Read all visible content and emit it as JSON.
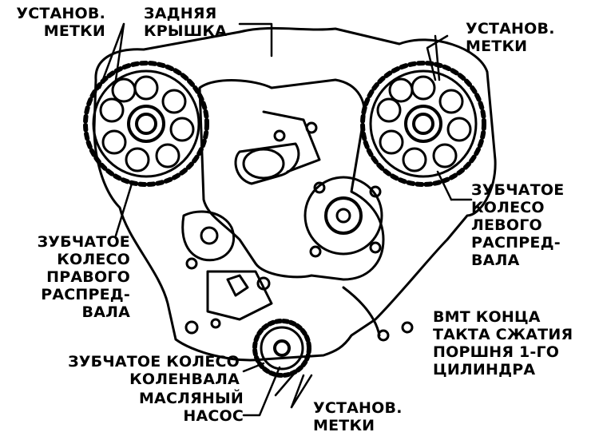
{
  "labels": {
    "timing_marks_top_left": [
      "УСТАНОВ.",
      "МЕТКИ"
    ],
    "rear_cover": [
      "ЗАДНЯЯ",
      "КРЫШКА"
    ],
    "timing_marks_top_right": [
      "УСТАНОВ.",
      "МЕТКИ"
    ],
    "left_cam_sprocket": [
      "ЗУБЧАТОЕ",
      "КОЛЕСО",
      "ЛЕВОГО",
      "РАСПРЕД-",
      "ВАЛА"
    ],
    "right_cam_sprocket": [
      "ЗУБЧАТОЕ",
      "КОЛЕСО",
      "ПРАВОГО",
      "РАСПРЕД-",
      "ВАЛА"
    ],
    "tdc_note": [
      "ВМТ КОНЦА",
      "ТАКТА СЖАТИЯ",
      "ПОРШНЯ 1-ГО",
      "ЦИЛИНДРА"
    ],
    "crank_sprocket": [
      "ЗУБЧАТОЕ КОЛЕСО",
      "КОЛЕНВАЛА"
    ],
    "oil_pump": [
      "МАСЛЯНЫЙ",
      "НАСОС"
    ],
    "timing_marks_bottom": [
      "УСТАНОВ.",
      "МЕТКИ"
    ]
  },
  "colors": {
    "ink": "#000000",
    "paper": "#ffffff"
  }
}
